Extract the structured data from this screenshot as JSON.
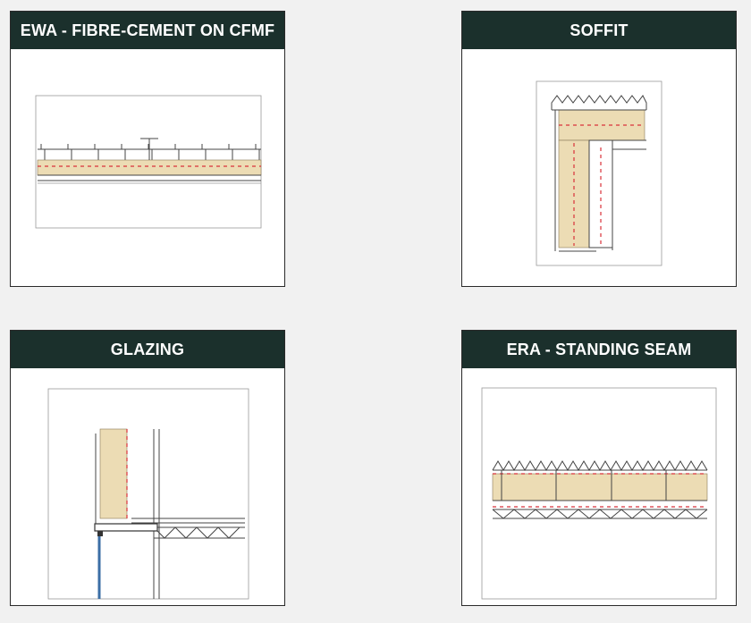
{
  "details": [
    {
      "title": "EWA - FIBRE-CEMENT ON CFMF"
    },
    {
      "title": "SOFFIT"
    },
    {
      "title": "GLAZING"
    },
    {
      "title": "ERA - STANDING SEAM"
    }
  ],
  "colors": {
    "header_bg": "#1b302c",
    "insulation": "#ecdcb4",
    "membrane": "#d8313a",
    "glass": "#3b6ea5"
  }
}
